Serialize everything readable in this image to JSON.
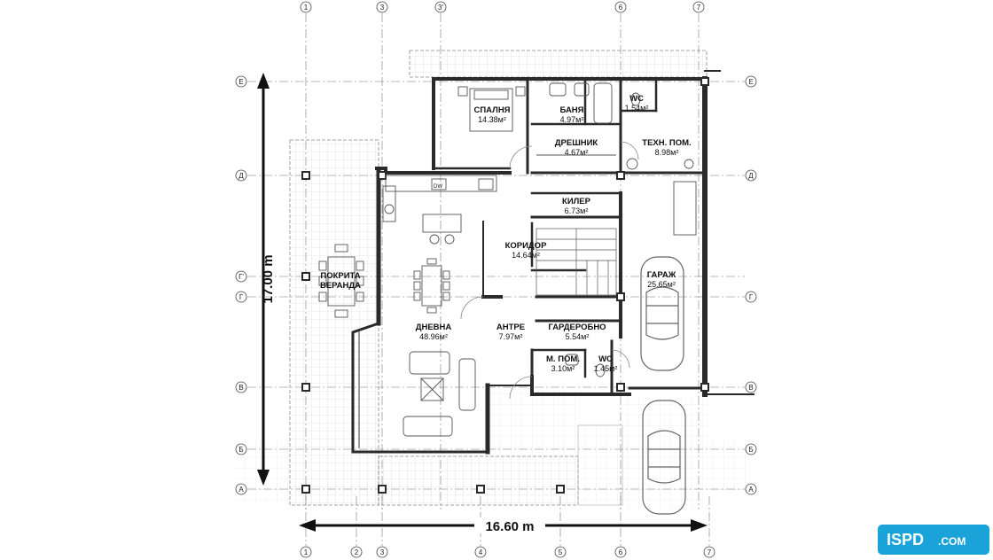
{
  "grid": {
    "vertical_top": [
      "1",
      "3",
      "3'",
      "6",
      "7"
    ],
    "vertical_bottom": [
      "1",
      "2",
      "3",
      "4",
      "5",
      "6",
      "7"
    ],
    "horizontal_left": [
      "Е",
      "Д",
      "Г'",
      "Г",
      "В",
      "Б",
      "А"
    ],
    "horizontal_right": [
      "Е",
      "Д",
      "Г",
      "В",
      "Б",
      "А"
    ]
  },
  "dimensions": {
    "height": "17.00 m",
    "width": "16.60 m"
  },
  "rooms": [
    {
      "id": "bedroom",
      "name": "СПАЛНЯ",
      "area": "14.38м²"
    },
    {
      "id": "bathroom",
      "name": "БАНЯ",
      "area": "4.97м²"
    },
    {
      "id": "wc-upper",
      "name": "WC",
      "area": "1.54м²"
    },
    {
      "id": "wardrobe",
      "name": "ДРЕШНИК",
      "area": "4.67м²"
    },
    {
      "id": "technical",
      "name": "ТЕХН. ПОМ.",
      "area": "8.98м²"
    },
    {
      "id": "pantry",
      "name": "КИЛЕР",
      "area": "6.73м²"
    },
    {
      "id": "corridor",
      "name": "КОРИДОР",
      "area": "14.64м²"
    },
    {
      "id": "garage",
      "name": "ГАРАЖ",
      "area": "25.65м²"
    },
    {
      "id": "veranda",
      "name": "ПОКРИТА",
      "name2": "ВЕРАНДА",
      "area": ""
    },
    {
      "id": "living",
      "name": "ДНЕВНА",
      "area": "48.96м²"
    },
    {
      "id": "entrance",
      "name": "АНТРЕ",
      "area": "7.97м²"
    },
    {
      "id": "cloakroom",
      "name": "ГАРДЕРОБНО",
      "area": "5.54м²"
    },
    {
      "id": "utility",
      "name": "М. ПОМ.",
      "area": "3.10м²"
    },
    {
      "id": "wc-lower",
      "name": "WC",
      "area": "1.45м²"
    }
  ],
  "fixtures": {
    "dishwasher": "DW"
  },
  "logo": {
    "text": "ISPD",
    "suffix": ".COM"
  },
  "colors": {
    "wall": "#2a2a2a",
    "grid_line": "#555555",
    "terrace_grid": "#d2d2d2",
    "logo_bg": "#1aa3d9"
  }
}
